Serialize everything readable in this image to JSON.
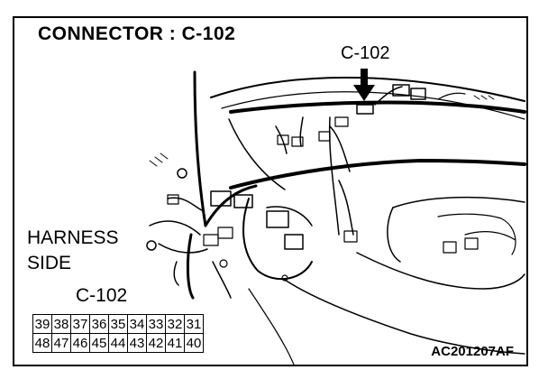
{
  "diagram": {
    "title": "CONNECTOR : C-102",
    "callout_label": "C-102",
    "side_label_line1": "HARNESS",
    "side_label_line2": "SIDE",
    "pinout_title": "C-102",
    "pinout": {
      "row1": [
        "39",
        "38",
        "37",
        "36",
        "35",
        "34",
        "33",
        "32",
        "31"
      ],
      "row2": [
        "48",
        "47",
        "46",
        "45",
        "44",
        "43",
        "42",
        "41",
        "40"
      ]
    },
    "figure_code": "AC201207AF"
  },
  "icons": [
    "arrow-down-icon"
  ]
}
